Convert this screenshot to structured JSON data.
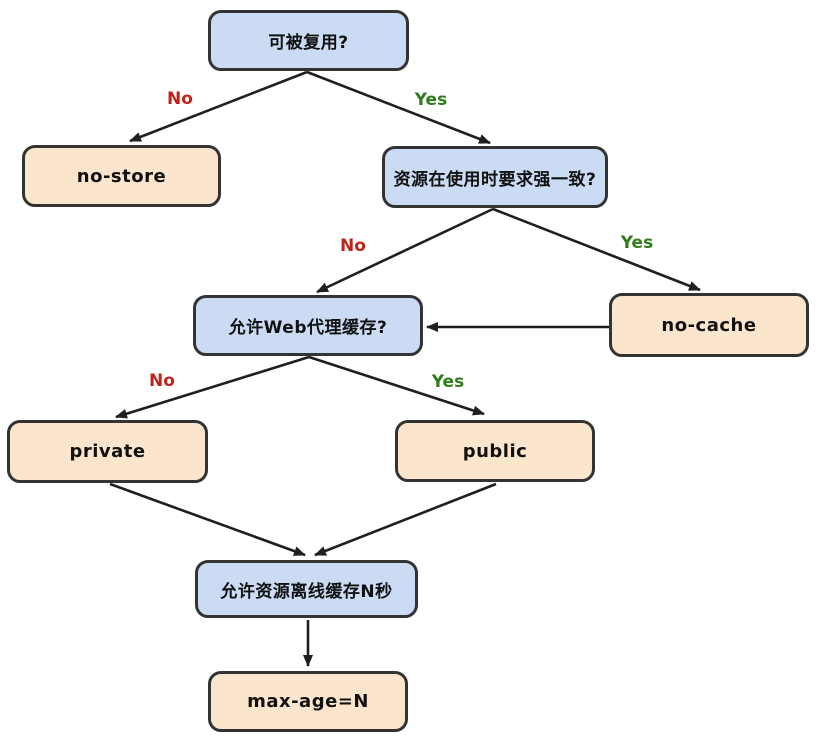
{
  "diagram": {
    "type": "flowchart",
    "nodes": {
      "reusable": {
        "label": "可被复用?",
        "kind": "decision"
      },
      "no_store": {
        "label": "no-store",
        "kind": "result"
      },
      "strong_consistency": {
        "label": "资源在使用时要求强一致?",
        "kind": "decision"
      },
      "web_proxy": {
        "label": "允许Web代理缓存?",
        "kind": "decision"
      },
      "no_cache": {
        "label": "no-cache",
        "kind": "result"
      },
      "private": {
        "label": "private",
        "kind": "result"
      },
      "public": {
        "label": "public",
        "kind": "result"
      },
      "offline_n_seconds": {
        "label": "允许资源离线缓存N秒",
        "kind": "decision"
      },
      "max_age": {
        "label": "max-age=N",
        "kind": "result"
      }
    },
    "edges": [
      {
        "from": "reusable",
        "to": "no_store",
        "label": "No"
      },
      {
        "from": "reusable",
        "to": "strong_consistency",
        "label": "Yes"
      },
      {
        "from": "strong_consistency",
        "to": "web_proxy",
        "label": "No"
      },
      {
        "from": "strong_consistency",
        "to": "no_cache",
        "label": "Yes"
      },
      {
        "from": "no_cache",
        "to": "web_proxy",
        "label": ""
      },
      {
        "from": "web_proxy",
        "to": "private",
        "label": "No"
      },
      {
        "from": "web_proxy",
        "to": "public",
        "label": "Yes"
      },
      {
        "from": "private",
        "to": "offline_n_seconds",
        "label": ""
      },
      {
        "from": "public",
        "to": "offline_n_seconds",
        "label": ""
      },
      {
        "from": "offline_n_seconds",
        "to": "max_age",
        "label": ""
      }
    ],
    "colors": {
      "decision_fill": "#cbdbf4",
      "result_fill": "#fbe5cc",
      "node_border": "#333333",
      "arrow": "#1f1f1f",
      "label_no": "#bf2218",
      "label_yes": "#2e7d1a",
      "node_text": "#111111",
      "background": "#ffffff"
    }
  }
}
